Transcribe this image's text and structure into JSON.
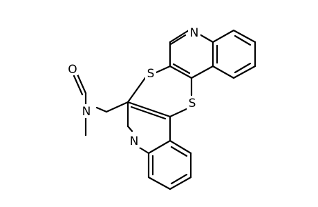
{
  "molecule": {
    "atom_labels": {
      "aldehyde_oxygen": "O",
      "amide_nitrogen": "N",
      "upper_ring_nitrogen": "N",
      "lower_ring_nitrogen": "N",
      "upper_sulfur": "S",
      "lower_sulfur": "S"
    },
    "colors": {
      "bond": "#000000",
      "label": "#000000",
      "background": "#ffffff"
    }
  }
}
